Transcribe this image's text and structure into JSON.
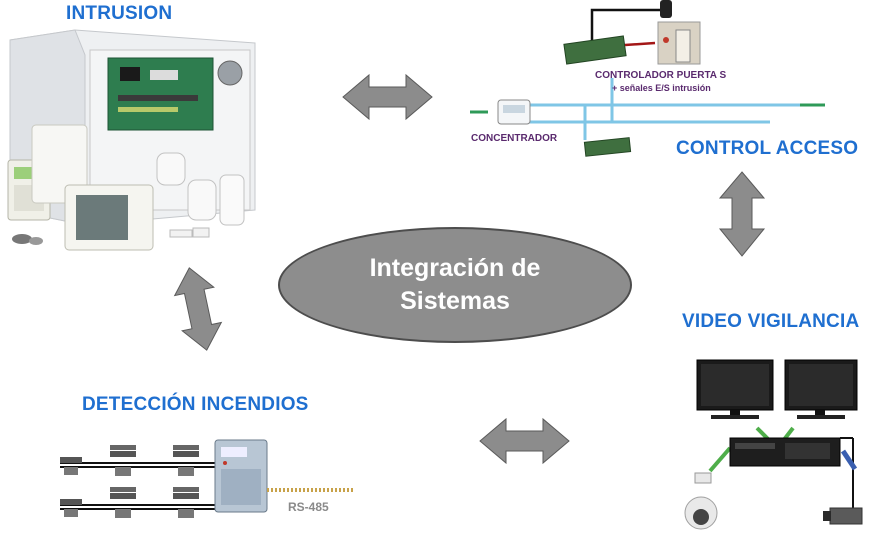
{
  "center": {
    "line1": "Integración de",
    "line2": "Sistemas"
  },
  "sections": {
    "intrusion": "INTRUSION",
    "control_acceso": "CONTROL ACCESO",
    "video_vigilancia": "VIDEO VIGILANCIA",
    "deteccion_incendios": "DETECCIÓN INCENDIOS"
  },
  "control_labels": {
    "controlador_line1": "CONTROLADOR PUERTA S",
    "controlador_line2": "+ señales E/S intrusión",
    "concentrador": "CONCENTRADOR"
  },
  "fire_labels": {
    "bus": "RS-485"
  },
  "colors": {
    "heading_blue": "#1f6fd0",
    "arrow_gray": "#8c8c8c",
    "ellipse_gray": "#8d8d8d",
    "bus_line": "#7fc6e6",
    "label_purple": "#5a2a6e"
  },
  "icons": [
    "double-arrow-icon",
    "alarm-panel-icon",
    "monitor-icon",
    "dome-camera-icon",
    "smoke-detector-icon"
  ]
}
